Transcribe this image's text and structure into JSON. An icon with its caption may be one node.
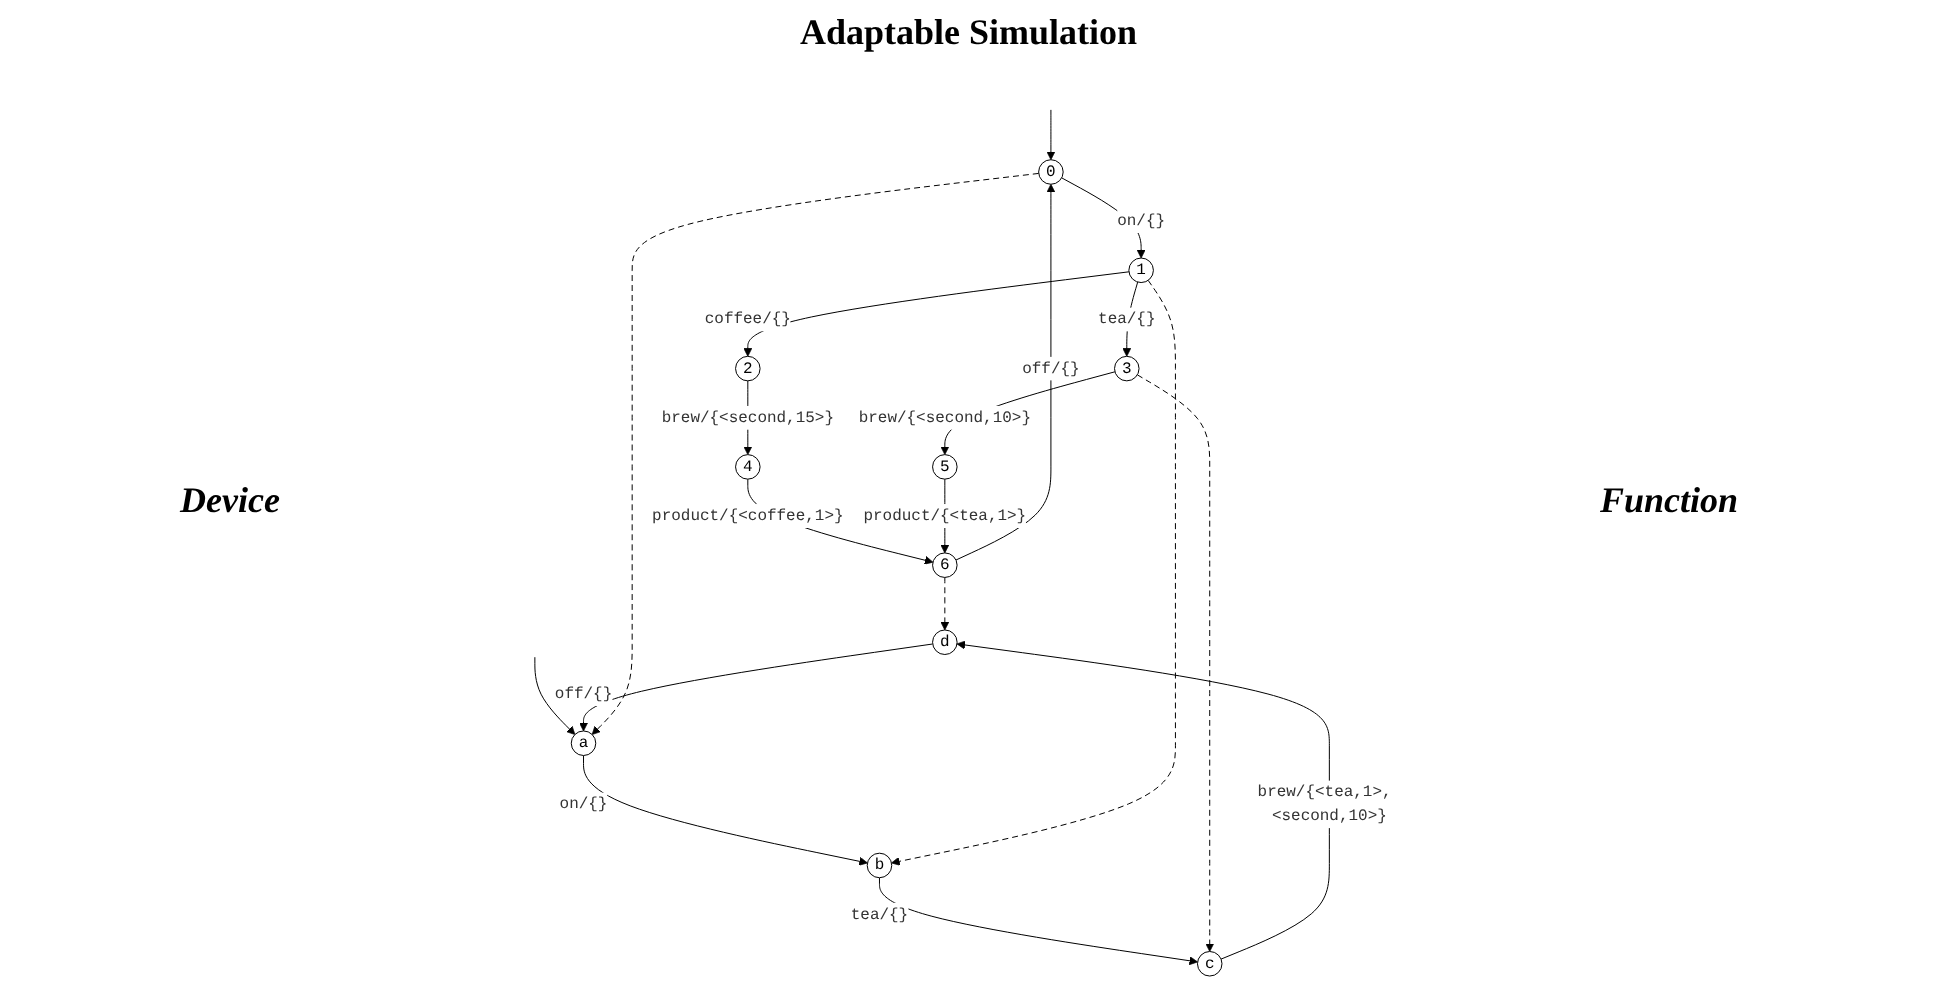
{
  "diagram": {
    "nodes": [
      {
        "text": [
          "0"
        ]
      },
      {
        "text": [
          "1"
        ]
      },
      {
        "text": [
          "2"
        ]
      },
      {
        "text": [
          "3"
        ]
      },
      {
        "text": [
          "4"
        ]
      },
      {
        "text": [
          "5"
        ]
      },
      {
        "text": [
          "6"
        ]
      },
      {
        "text": [
          "a"
        ]
      },
      {
        "text": [
          "b"
        ]
      },
      {
        "text": [
          "c"
        ]
      },
      {
        "text": [
          "d"
        ]
      }
    ],
    "edges": [
      {
        "from": null,
        "to": 0,
        "arrow": "to"
      },
      {
        "from": 0,
        "to": 1,
        "arrow": "to",
        "label": "on/{}"
      },
      {
        "from": 1,
        "to": 2,
        "arrow": "to",
        "label": "coffee/{}"
      },
      {
        "from": 1,
        "to": 3,
        "arrow": "to",
        "label": "tea/{}"
      },
      {
        "from": 2,
        "to": 4,
        "arrow": "to",
        "label": "brew/{<second,15>}"
      },
      {
        "from": 3,
        "to": 5,
        "arrow": "to",
        "label": "brew/{<second,10>}"
      },
      {
        "from": 4,
        "to": 6,
        "arrow": "to",
        "label": "product/{<coffee,1>}"
      },
      {
        "from": 5,
        "to": 6,
        "arrow": "to",
        "label": "product/{<tea,1>}"
      },
      {
        "from": 6,
        "to": 0,
        "arrow": "to",
        "label": "off/{}"
      },
      {
        "from": null,
        "to": 7,
        "arrow": "to"
      },
      {
        "from": 7,
        "to": 8,
        "arrow": "to",
        "label": "on/{}"
      },
      {
        "from": 8,
        "to": 9,
        "arrow": "to",
        "label": "tea/{}"
      },
      {
        "from": 9,
        "to": 10,
        "arrow": "to",
        "label": "brew/{<tea,1>, <second,10>}"
      },
      {
        "from": 10,
        "to": 7,
        "arrow": "to",
        "label": "off/{}"
      },
      {
        "from": 0,
        "to": 7,
        "arrow": "to",
        "style": "dashed"
      },
      {
        "from": 1,
        "to": 8,
        "arrow": "to",
        "style": "dashed"
      },
      {
        "from": 3,
        "to": 9,
        "arrow": "to",
        "style": "dashed"
      },
      {
        "from": 6,
        "to": 10,
        "arrow": "to",
        "style": "dashed"
      }
    ],
    "labels": [
      "Adaptable Simulation",
      "Device",
      "Function"
    ]
  }
}
